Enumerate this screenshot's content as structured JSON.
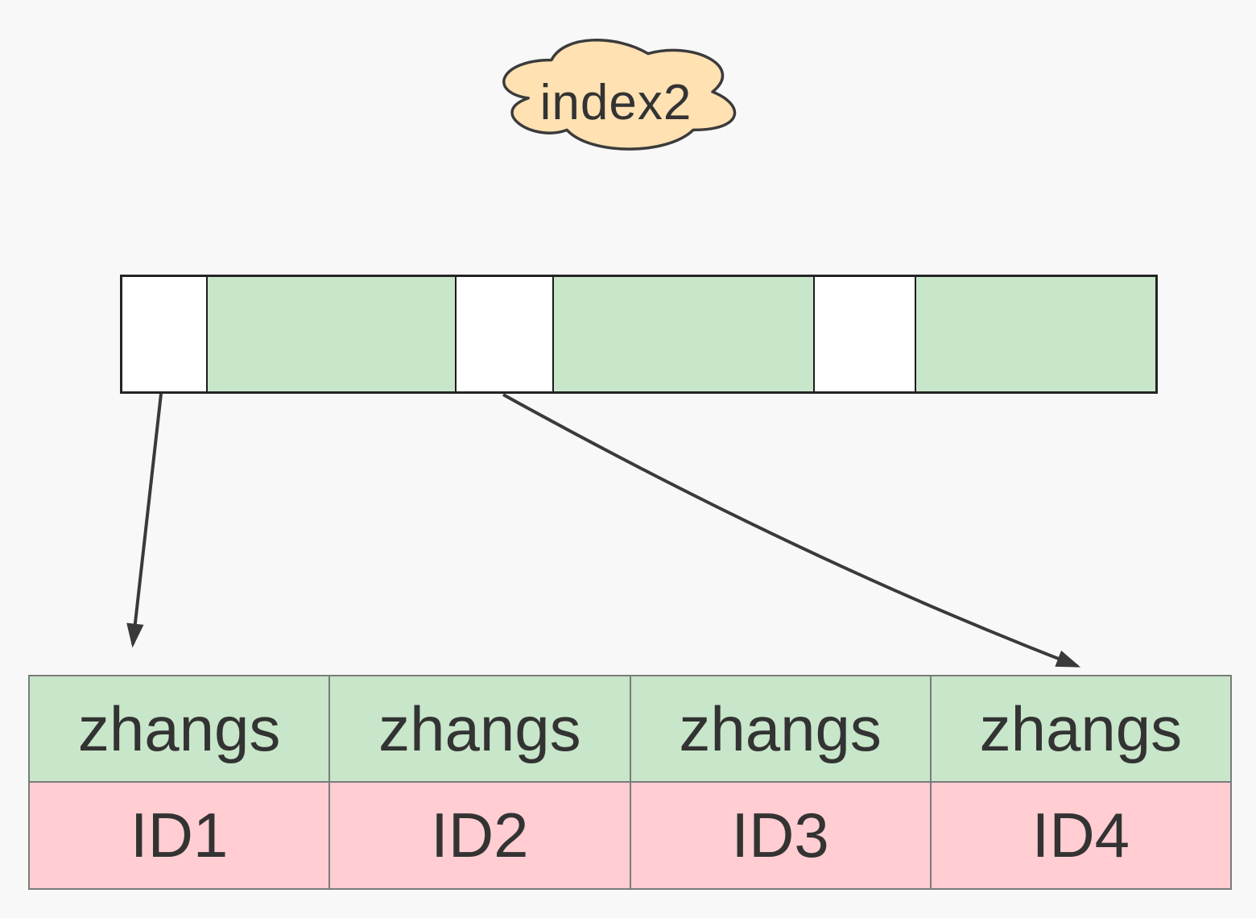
{
  "background": "#f8f8f8",
  "colors": {
    "cloud_fill": "#ffe1b2",
    "cloud_stroke": "#3b3b3b",
    "slot_filled": "#c8e6c9",
    "slot_empty": "#ffffff",
    "row_name_fill": "#c8e6c9",
    "row_id_fill": "#ffcdd2",
    "arrow": "#3a3a3a",
    "text": "#333333"
  },
  "cloud": {
    "label": "index2"
  },
  "index_bar": {
    "slot_pattern": [
      "empty",
      "filled",
      "empty",
      "filled",
      "empty",
      "filled"
    ]
  },
  "table": {
    "name_row": [
      "zhangs",
      "zhangs",
      "zhangs",
      "zhangs"
    ],
    "id_row": [
      "ID1",
      "ID2",
      "ID3",
      "ID4"
    ]
  }
}
